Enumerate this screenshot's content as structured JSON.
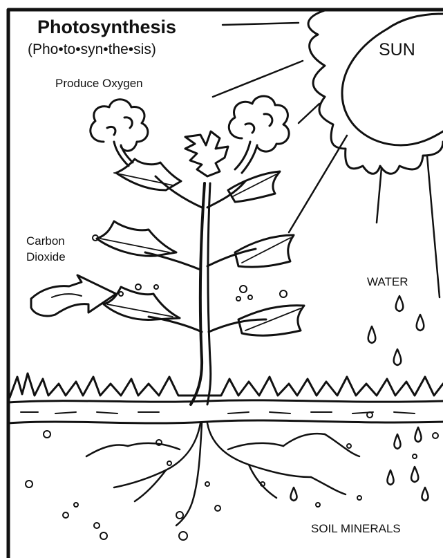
{
  "labels": {
    "title": "Photosynthesis",
    "subtitle": "(Pho•to•syn•the•sis)",
    "oxygen": "Produce Oxygen",
    "sun": "SUN",
    "co2_line1": "Carbon",
    "co2_line2": "Dioxide",
    "water": "WATER",
    "minerals": "SOIL MINERALS"
  },
  "colors": {
    "ink": "#111111",
    "background": "#ffffff"
  },
  "icons": [
    "sun-icon",
    "plant-icon",
    "oxygen-cloud-icon",
    "carbon-dioxide-arrow-icon",
    "water-drop-icon",
    "roots-icon",
    "soil-mineral-icon",
    "grass-icon"
  ]
}
